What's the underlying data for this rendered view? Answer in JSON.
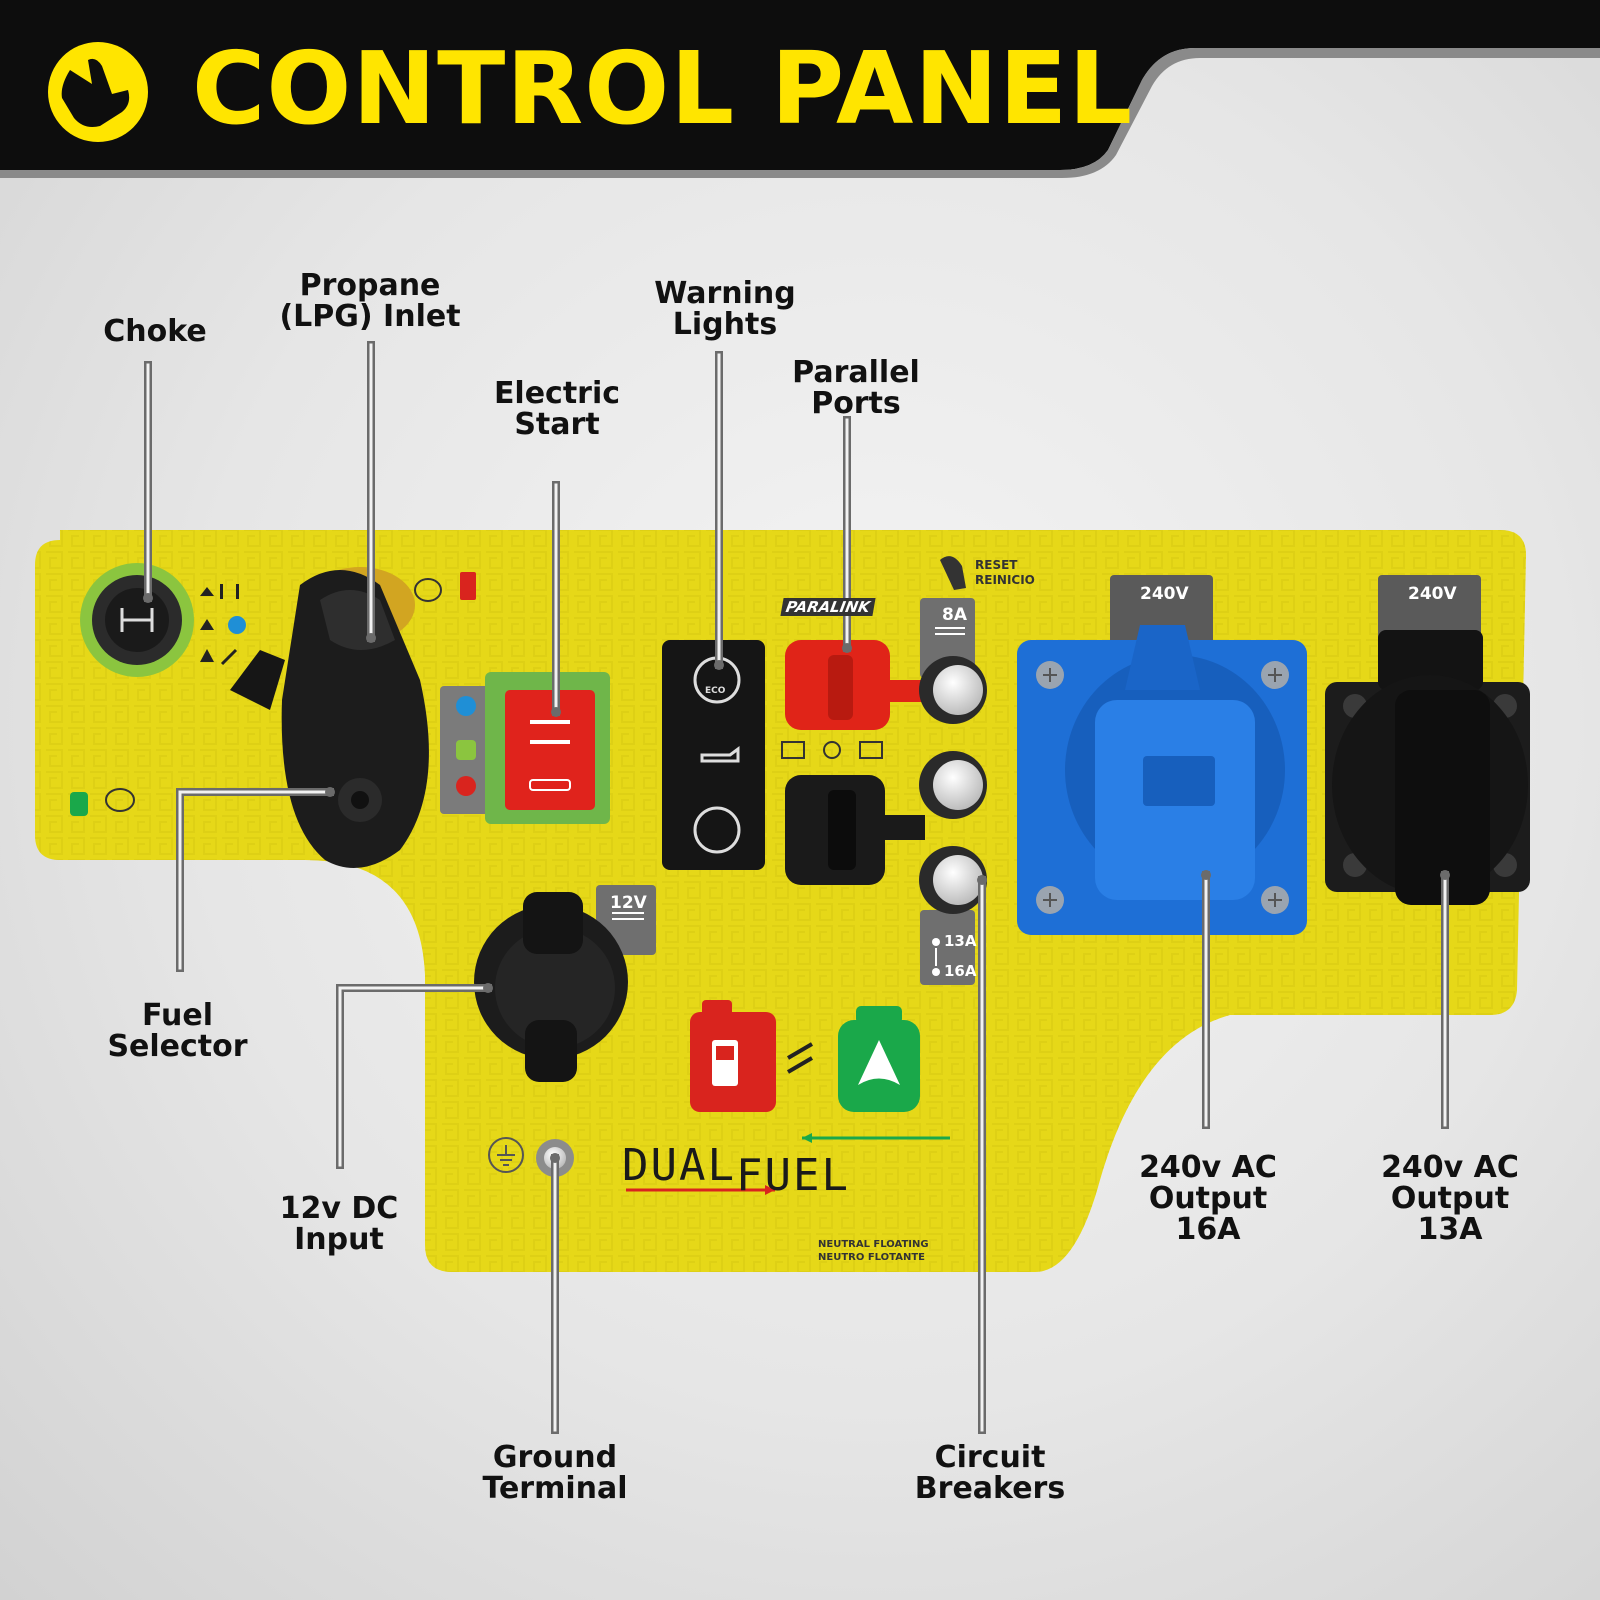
{
  "header": {
    "title": "CONTROL PANEL"
  },
  "labels": {
    "choke": [
      "Choke"
    ],
    "propane_inlet": [
      "Propane",
      "(LPG) Inlet"
    ],
    "electric_start": [
      "Electric",
      "Start"
    ],
    "warning_lights": [
      "Warning",
      "Lights"
    ],
    "parallel_ports": [
      "Parallel",
      "Ports"
    ],
    "fuel_selector": [
      "Fuel",
      "Selector"
    ],
    "dc_input": [
      "12v DC",
      "Input"
    ],
    "ground_terminal": [
      "Ground",
      "Terminal"
    ],
    "circuit_breakers": [
      "Circuit",
      "Breakers"
    ],
    "output_16a": [
      "240v AC",
      "Output",
      "16A"
    ],
    "output_13a": [
      "240v AC",
      "Output",
      "13A"
    ]
  },
  "panel": {
    "reset": [
      "RESET",
      "REINICIO"
    ],
    "breaker_8a": "8A",
    "breaker_13a": "13A",
    "breaker_16a": "16A",
    "socket_left_voltage": "240V",
    "socket_right_voltage": "240V",
    "dc_voltage": "12V",
    "eco": "ECO",
    "paralink": "PARALINK",
    "brand_dual": "DUAL",
    "brand_fuel": "FUEL",
    "neutral": [
      "NEUTRAL FLOATING",
      "NEUTRO FLOTANTE"
    ]
  },
  "colors": {
    "panel_yellow": "#e6d818",
    "header_yellow": "#ffe500",
    "header_black": "#0d0d0d",
    "socket_blue": "#1e6fd6",
    "start_red": "#e0231c",
    "fuel_green": "#1aa84a",
    "leader_gray": "#6b6b6b"
  }
}
